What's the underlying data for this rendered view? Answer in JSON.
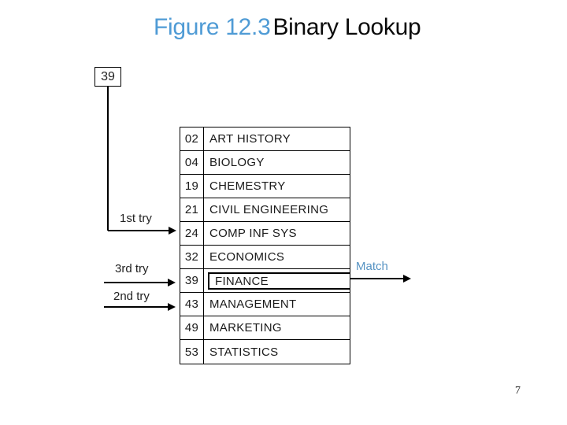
{
  "title": {
    "figure_label": "Figure 12.3",
    "text": "Binary Lookup"
  },
  "search_key": {
    "value": "39"
  },
  "annotations": {
    "first_try": "1st try",
    "third_try": "3rd try",
    "second_try": "2nd try",
    "match": "Match"
  },
  "table": {
    "rows": [
      {
        "code": "02",
        "name": "ART HISTORY"
      },
      {
        "code": "04",
        "name": "BIOLOGY"
      },
      {
        "code": "19",
        "name": "CHEMESTRY"
      },
      {
        "code": "21",
        "name": "CIVIL ENGINEERING"
      },
      {
        "code": "24",
        "name": "COMP INF SYS"
      },
      {
        "code": "32",
        "name": "ECONOMICS"
      },
      {
        "code": "39",
        "name": "FINANCE"
      },
      {
        "code": "43",
        "name": "MANAGEMENT"
      },
      {
        "code": "49",
        "name": "MARKETING"
      },
      {
        "code": "53",
        "name": "STATISTICS"
      }
    ],
    "matched_row_index": 6
  },
  "page_number": "7",
  "colors": {
    "title_accent": "#4f9bd5",
    "match_label": "#5693c3",
    "line": "#000000",
    "background": "#ffffff"
  }
}
